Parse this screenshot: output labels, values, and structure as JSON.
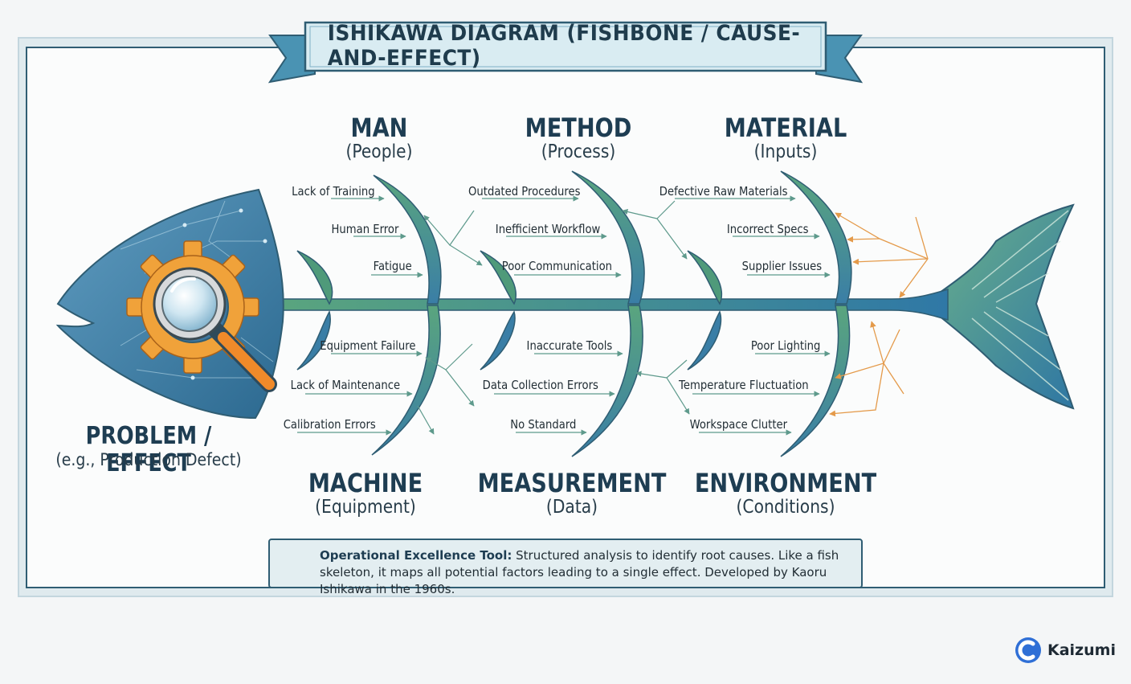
{
  "title": "ISHIKAWA DIAGRAM (FISHBONE / CAUSE-AND-EFFECT)",
  "effect": {
    "title": "PROBLEM / EFFECT",
    "subtitle": "(e.g., Production Defect)"
  },
  "categories": [
    {
      "title": "MAN",
      "subtitle": "(People)",
      "causes": [
        "Lack of Training",
        "Human Error",
        "Fatigue"
      ]
    },
    {
      "title": "METHOD",
      "subtitle": "(Process)",
      "causes": [
        "Outdated Procedures",
        "Inefficient Workflow",
        "Poor Communication"
      ]
    },
    {
      "title": "MATERIAL",
      "subtitle": "(Inputs)",
      "causes": [
        "Defective Raw Materials",
        "Incorrect Specs",
        "Supplier Issues"
      ]
    },
    {
      "title": "MACHINE",
      "subtitle": "(Equipment)",
      "causes": [
        "Equipment Failure",
        "Lack of Maintenance",
        "Calibration Errors"
      ]
    },
    {
      "title": "MEASUREMENT",
      "subtitle": "(Data)",
      "causes": [
        "Inaccurate Tools",
        "Data Collection Errors",
        "No Standard"
      ]
    },
    {
      "title": "ENVIRONMENT",
      "subtitle": "(Conditions)",
      "causes": [
        "Poor Lighting",
        "Temperature Fluctuation",
        "Workspace Clutter"
      ]
    }
  ],
  "note": {
    "label": "Operational Excellence Tool:",
    "text": " Structured analysis to identify root causes. Like a fish skeleton, it maps all potential factors leading to a single effect. Developed by Kaoru Ishikawa in the 1960s."
  },
  "brand": "Kaizumi",
  "icons": [
    "magnifier-gear-icon",
    "lightbulb-icon",
    "kaizumi-logo-icon"
  ],
  "colors": {
    "dark_blue": "#2f5d73",
    "bone_green": "#4f9a7a",
    "bone_blue": "#3a7ea6",
    "gear_orange": "#f0a23a",
    "title_text": "#1e3d52"
  }
}
